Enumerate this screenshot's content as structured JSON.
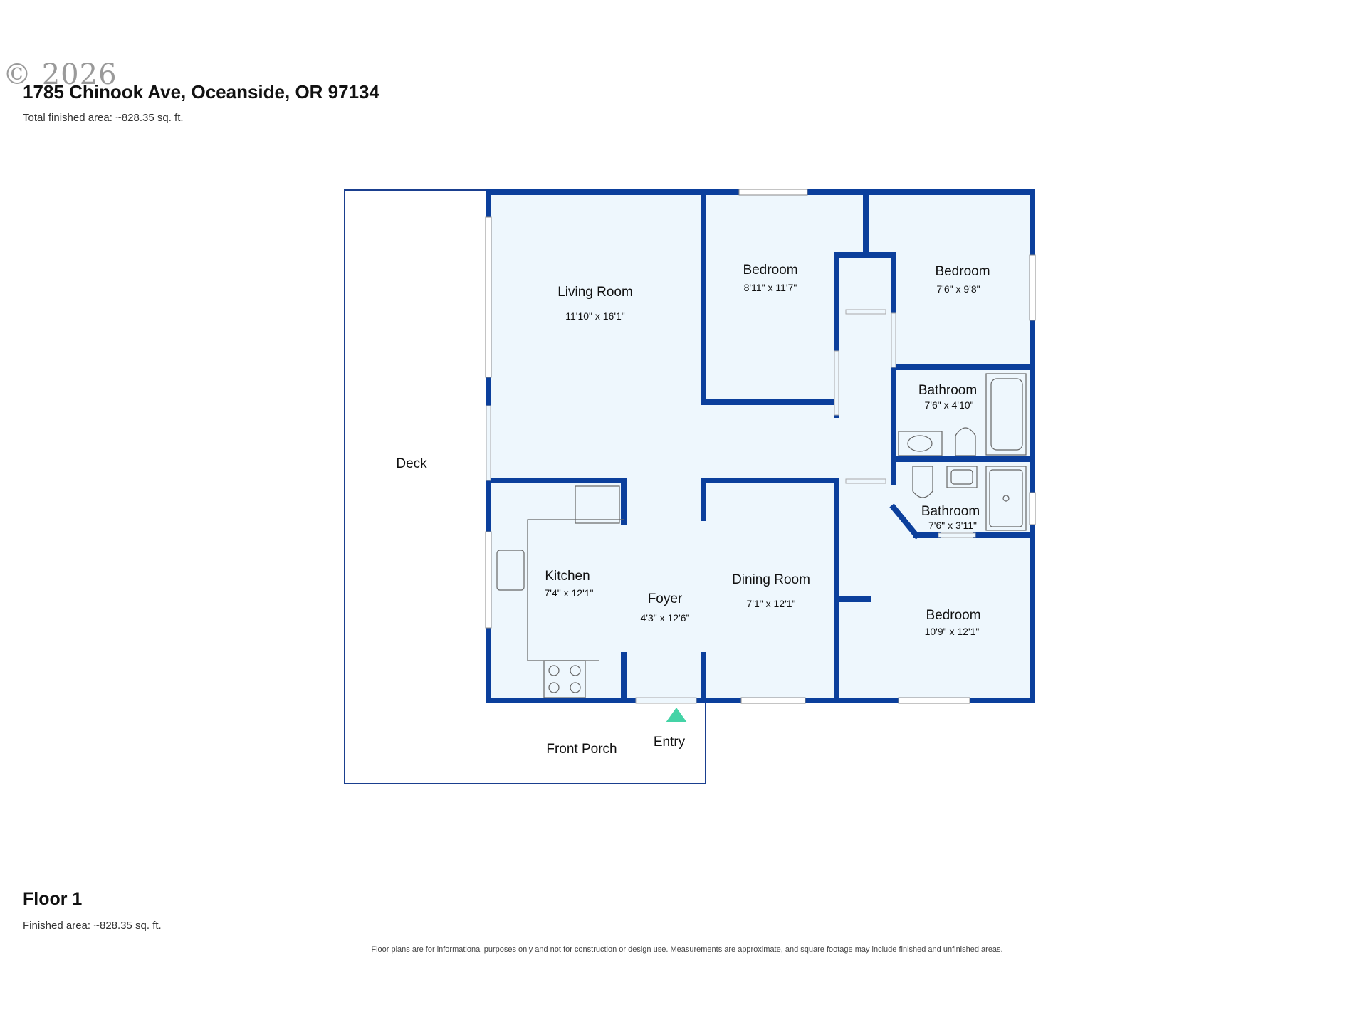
{
  "watermark": "© 2026",
  "header": {
    "address": "1785 Chinook Ave, Oceanside, OR 97134",
    "total_area": "Total finished area: ~828.35 sq. ft."
  },
  "rooms": {
    "living_room": {
      "name": "Living Room",
      "dims": "11'10\" x 16'1\""
    },
    "bedroom_1": {
      "name": "Bedroom",
      "dims": "8'11\" x 11'7\""
    },
    "bedroom_2": {
      "name": "Bedroom",
      "dims": "7'6\" x 9'8\""
    },
    "bathroom_1": {
      "name": "Bathroom",
      "dims": "7'6\" x 4'10\""
    },
    "bathroom_2": {
      "name": "Bathroom",
      "dims": "7'6\" x 3'11\""
    },
    "kitchen": {
      "name": "Kitchen",
      "dims": "7'4\" x 12'1\""
    },
    "foyer": {
      "name": "Foyer",
      "dims": "4'3\" x 12'6\""
    },
    "dining_room": {
      "name": "Dining Room",
      "dims": "7'1\" x 12'1\""
    },
    "bedroom_3": {
      "name": "Bedroom",
      "dims": "10'9\" x 12'1\""
    },
    "deck": {
      "name": "Deck"
    },
    "front_porch": {
      "name": "Front Porch"
    },
    "entry": {
      "name": "Entry"
    }
  },
  "floor": {
    "title": "Floor 1",
    "area": "Finished area: ~828.35 sq. ft."
  },
  "disclaimer": "Floor plans are for informational purposes only and not for construction or design use. Measurements are approximate, and square footage may include finished and unfinished areas.",
  "colors": {
    "wall": "#0b3f9c",
    "floor_fill": "#eef7fd",
    "entry_marker": "#44d3a6",
    "outline": "#1a3f8f"
  }
}
